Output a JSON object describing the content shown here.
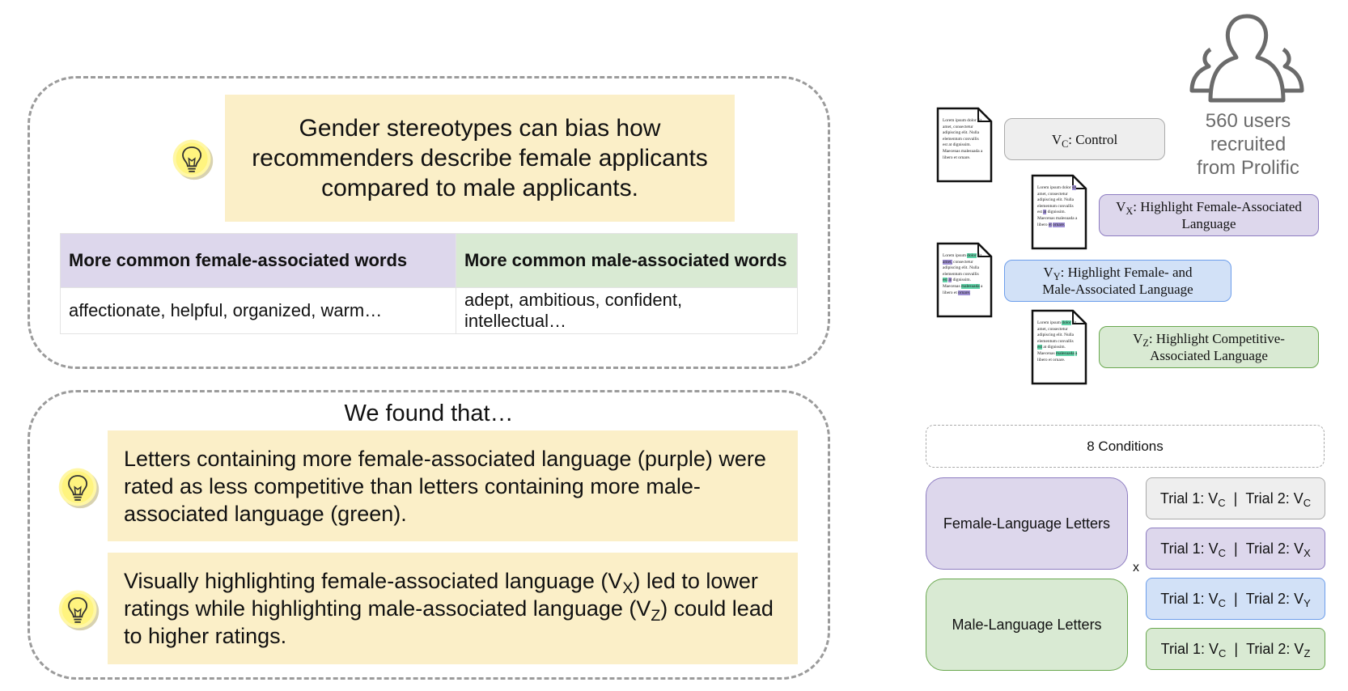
{
  "top_panel": {
    "hypothesis": "Gender stereotypes can bias how recommenders describe female applicants compared to male applicants.",
    "table": {
      "headers": [
        "More common female-associated words",
        "More common male-associated words"
      ],
      "rows": [
        [
          "affectionate, helpful, organized, warm…",
          "adept, ambitious, confident, intellectual…"
        ]
      ]
    }
  },
  "bottom_panel": {
    "heading": "We found that…",
    "finding_1": "Letters containing more female-associated language (purple) were rated as less competitive than letters containing more male-associated language (green).",
    "finding_2": {
      "part1": "Visually highlighting female-associated language (V",
      "sub1": "X",
      "part2": ") led to lower ratings while highlighting male-associated language (V",
      "sub2": "Z",
      "part3": ") could lead to higher ratings."
    }
  },
  "participants": {
    "text": "560 users recruited from Prolific"
  },
  "doc_text": "Lorem ipsum dolor sit amet, consectetur adipiscing elit. Nulla elementum convallis est at dignissim. Maecenas malesuada a libero et ornare.",
  "conditions_ui": [
    {
      "main": "V",
      "sub": "C",
      "label": ": Control"
    },
    {
      "main": "V",
      "sub": "X",
      "label": ": Highlight Female-Associated Language"
    },
    {
      "main": "V",
      "sub": "Y",
      "label": ": Highlight Female- and Male-Associated Language"
    },
    {
      "main": "V",
      "sub": "Z",
      "label": ": Highlight Competitive-Associated Language"
    }
  ],
  "design": {
    "conditions_label": "8 Conditions",
    "female_group": "Female-Language Letters",
    "male_group": "Male-Language Letters",
    "times": "x",
    "trial_1": "Trial 1: V",
    "trial_2": "Trial 2: V",
    "separator": "|",
    "trial_1_sub": "C",
    "trial_2_subs": [
      "C",
      "X",
      "Y",
      "Z"
    ]
  },
  "colors": {
    "yellow": "#fbefc8",
    "purple_fill": "#ddd7ec",
    "purple_border": "#8d7cc1",
    "green_fill": "#d9ead3",
    "green_border": "#6aa84f",
    "blue_fill": "#d2e1f7",
    "blue_border": "#6d9eeb",
    "gray_fill": "#eeeeee",
    "gray_border": "#aaaaaa",
    "highlight_purple": "#9e8fd3",
    "highlight_green": "#60d3a8"
  },
  "icons": [
    "lightbulb-icon",
    "users-icon",
    "document-icon"
  ]
}
